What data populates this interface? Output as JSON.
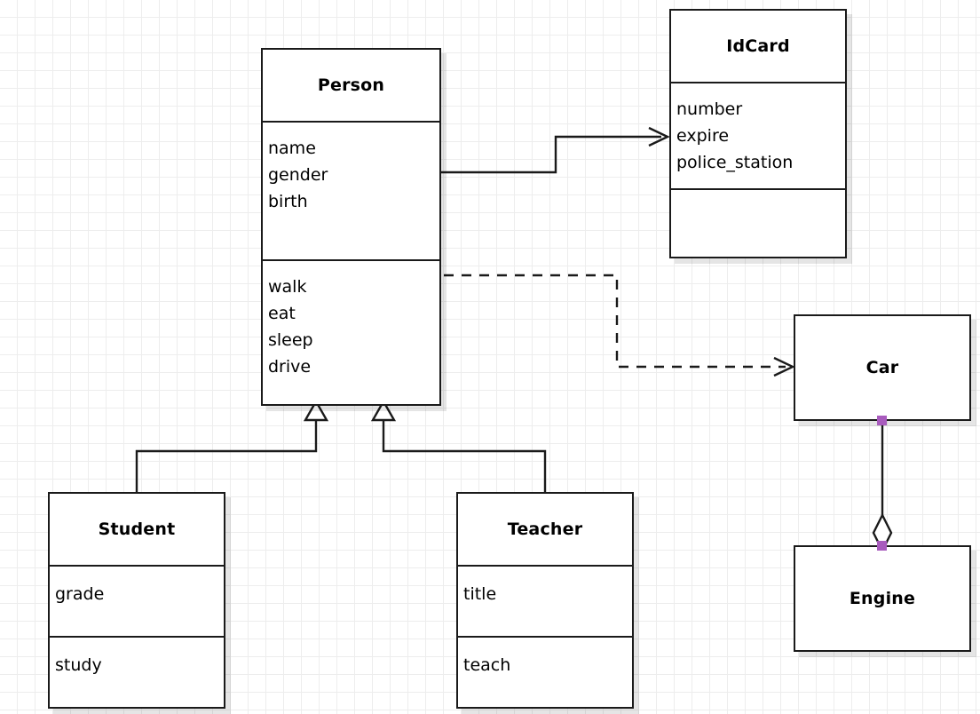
{
  "diagram": {
    "kind": "uml-class-diagram",
    "background": "#ffffff",
    "grid_color": "#ededed",
    "grid_size": 20,
    "line_color": "#1a1a1a",
    "selection_handle_color": "#a85bbd"
  },
  "classes": [
    {
      "id": "person",
      "name": "Person",
      "attributes": [
        "name",
        "gender",
        "birth"
      ],
      "operations": [
        "walk",
        "eat",
        "sleep",
        "drive"
      ]
    },
    {
      "id": "idcard",
      "name": "IdCard",
      "attributes": [
        "number",
        "expire",
        "police_station"
      ],
      "operations": []
    },
    {
      "id": "student",
      "name": "Student",
      "attributes": [
        "grade"
      ],
      "operations": [
        "study"
      ]
    },
    {
      "id": "teacher",
      "name": "Teacher",
      "attributes": [
        "title"
      ],
      "operations": [
        "teach"
      ]
    },
    {
      "id": "car",
      "name": "Car",
      "attributes": [],
      "operations": []
    },
    {
      "id": "engine",
      "name": "Engine",
      "attributes": [],
      "operations": []
    }
  ],
  "relationships": [
    {
      "id": "person-idcard",
      "type": "association",
      "source": "Person",
      "target": "IdCard",
      "line_style": "solid",
      "arrow_head": "open-arrow"
    },
    {
      "id": "person-car",
      "type": "dependency",
      "source": "Person",
      "target": "Car",
      "line_style": "dashed",
      "arrow_head": "open-arrow"
    },
    {
      "id": "student-person",
      "type": "generalization",
      "source": "Student",
      "target": "Person",
      "line_style": "solid",
      "arrow_head": "hollow-triangle"
    },
    {
      "id": "teacher-person",
      "type": "generalization",
      "source": "Teacher",
      "target": "Person",
      "line_style": "solid",
      "arrow_head": "hollow-triangle"
    },
    {
      "id": "car-engine",
      "type": "aggregation",
      "source": "Car",
      "target": "Engine",
      "line_style": "solid",
      "arrow_head": "hollow-diamond",
      "selected": true
    }
  ]
}
